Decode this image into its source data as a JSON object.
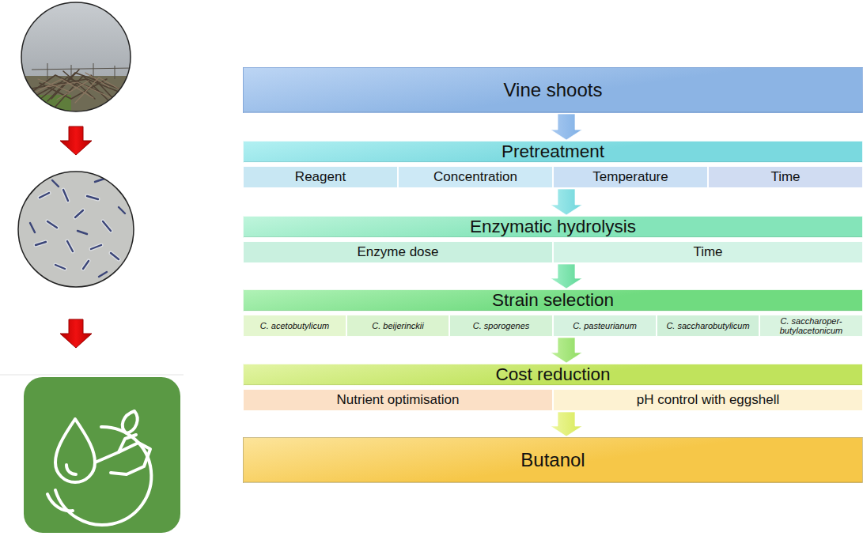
{
  "diagram": {
    "nodes": [
      {
        "text": [
          "Vine shoots"
        ]
      },
      {
        "text": [
          "Pretreatment"
        ]
      },
      {
        "text": [
          "Reagent"
        ],
        "in": 1
      },
      {
        "text": [
          "Concentration"
        ],
        "in": 1
      },
      {
        "text": [
          "Temperature"
        ],
        "in": 1
      },
      {
        "text": [
          "Time"
        ],
        "in": 1
      },
      {
        "text": [
          "Enzymatic hydrolysis"
        ]
      },
      {
        "text": [
          "Enzyme dose"
        ],
        "in": 6
      },
      {
        "text": [
          "Time"
        ],
        "in": 6
      },
      {
        "text": [
          "Strain selection"
        ]
      },
      {
        "text": [
          "C. acetobutylicum"
        ],
        "in": 9
      },
      {
        "text": [
          "C. beijerinckii"
        ],
        "in": 9
      },
      {
        "text": [
          "C. sporogenes"
        ],
        "in": 9
      },
      {
        "text": [
          "C. pasteurianum"
        ],
        "in": 9
      },
      {
        "text": [
          "C. saccharobutylicum"
        ],
        "in": 9
      },
      {
        "text": [
          "C. saccharoper- butylacetonicum"
        ],
        "in": 9
      },
      {
        "text": [
          "Cost reduction"
        ]
      },
      {
        "text": [
          "Nutrient optimisation"
        ],
        "in": 16
      },
      {
        "text": [
          "pH control with eggshell"
        ],
        "in": 16
      },
      {
        "text": [
          "Butanol"
        ]
      }
    ],
    "edges": [
      {
        "from": 0,
        "to": 1,
        "arrow": "to"
      },
      {
        "from": 1,
        "to": 6,
        "arrow": "to"
      },
      {
        "from": 6,
        "to": 9,
        "arrow": "to"
      },
      {
        "from": 9,
        "to": 16,
        "arrow": "to"
      },
      {
        "from": 16,
        "to": 19,
        "arrow": "to"
      }
    ]
  }
}
